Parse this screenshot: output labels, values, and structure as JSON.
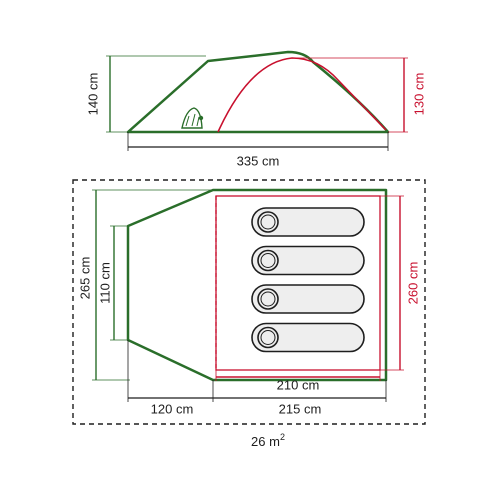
{
  "side_view": {
    "height_outer": "140 cm",
    "height_inner": "130 cm",
    "length": "335 cm"
  },
  "floor_plan": {
    "total_width": "265 cm",
    "porch_width": "110 cm",
    "inner_width": "260 cm",
    "inner_length": "210 cm",
    "porch_length": "120 cm",
    "bedroom_length": "215 cm",
    "sleeping_bags": 4
  },
  "area": {
    "value": "26 m",
    "unit_sup": "2"
  },
  "colors": {
    "outer_tent": "#2a6e2a",
    "inner_tent": "#c8102e",
    "dimension_lines": "#1e1e1e",
    "sleeping_bag_fill": "#eeeeee"
  }
}
